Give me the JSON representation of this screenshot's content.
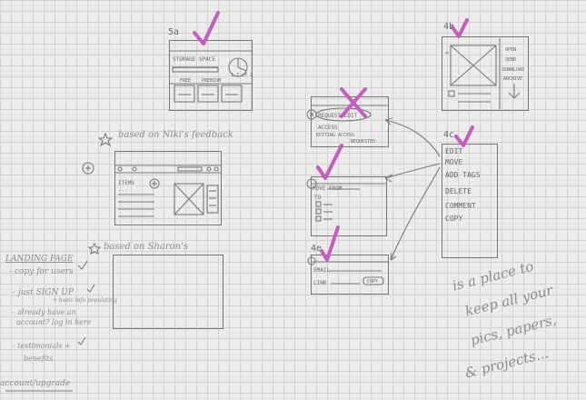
{
  "sketch_5a": {
    "tag": "5a",
    "storage_space": "STORAGE SPACE",
    "usage": "1.7 of 2",
    "free": "FREE",
    "premium": "PREMIUM"
  },
  "sketch_4b": {
    "tag": "4b",
    "menu": [
      "OPEN",
      "SEND",
      "DOWNLOAD",
      "ARCHIVE"
    ]
  },
  "sketch_request_edit": {
    "lines": [
      "REQUEST EDIT",
      "ACCESS",
      "EDITING ACCESS",
      "REQUESTED"
    ]
  },
  "sketch_4c": {
    "tag": "4c",
    "menu": [
      "EDIT",
      "MOVE",
      "ADD TAGS",
      "DELETE",
      "COMMENT",
      "COPY"
    ]
  },
  "sketch_main": {
    "note": "based on Niki's feedback",
    "items": "ITEMS",
    "items_count": "..."
  },
  "sketch_move": {
    "title": "MOVE FROM",
    "to": "TO"
  },
  "sketch_4e": {
    "tag": "4e",
    "email": "EMAIL",
    "link": "LINK",
    "copy": "COPY"
  },
  "sketch_landing": {
    "note": "based on Sharon's"
  },
  "landing_notes": {
    "title": "LANDING PAGE",
    "items": [
      "- copy for users",
      "- just SIGN UP",
      "+ basic info populating",
      "- already have an",
      "account? log in here",
      "- testimonials +",
      "benefits",
      "account/upgrade"
    ]
  },
  "tagline": [
    "is a place to",
    "keep all your",
    "pics, papers,",
    "& projects..."
  ],
  "colors": {
    "check": "#c65bc0",
    "pencil": "#666666"
  }
}
